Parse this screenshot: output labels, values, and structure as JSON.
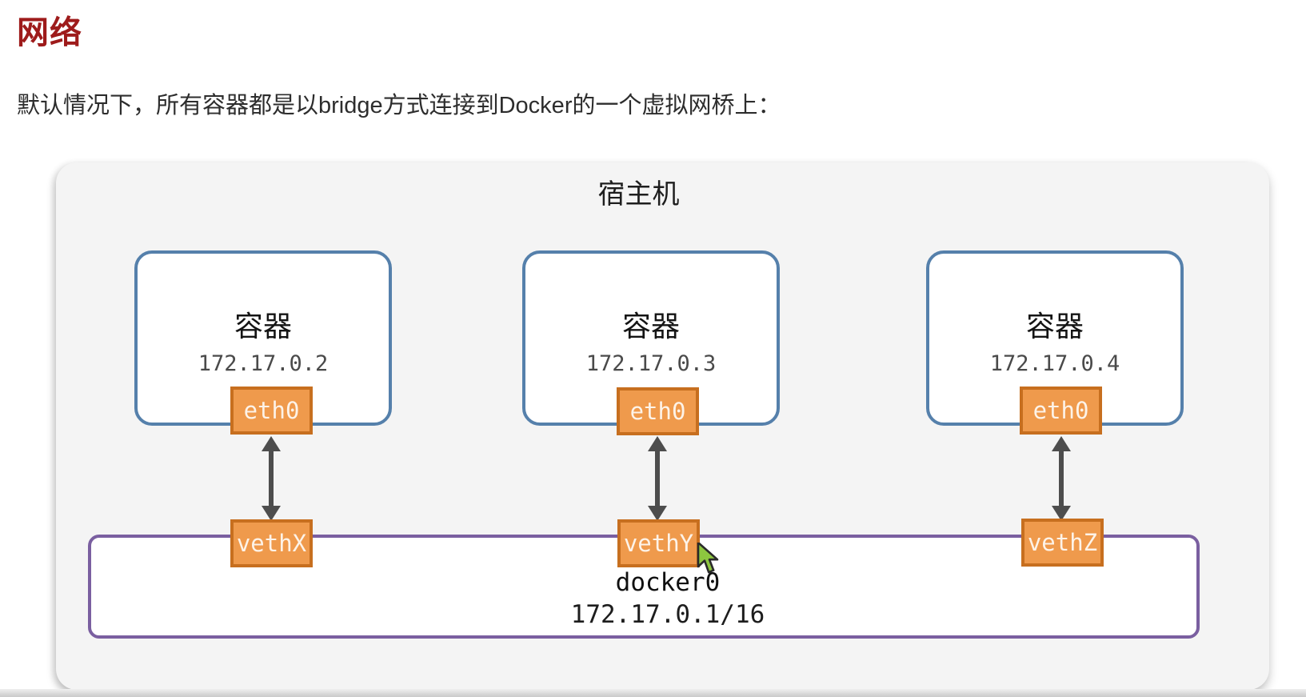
{
  "page": {
    "title": "网络",
    "intro": "默认情况下，所有容器都是以bridge方式连接到Docker的一个虚拟网桥上："
  },
  "diagram": {
    "host_label": "宿主机",
    "containers": [
      {
        "label": "容器",
        "ip": "172.17.0.2",
        "interface": "eth0",
        "veth": "vethX"
      },
      {
        "label": "容器",
        "ip": "172.17.0.3",
        "interface": "eth0",
        "veth": "vethY"
      },
      {
        "label": "容器",
        "ip": "172.17.0.4",
        "interface": "eth0",
        "veth": "vethZ"
      }
    ],
    "bridge": {
      "name": "docker0",
      "cidr": "172.17.0.1/16"
    },
    "icons": {
      "cursor": "mouse-pointer-icon",
      "link": "double-arrow-connector"
    },
    "colors": {
      "title_red": "#9e1b1b",
      "container_border_blue": "#5580ab",
      "bridge_border_purple": "#7a5fa0",
      "nic_fill_orange": "#ef9a4c",
      "nic_border_orange": "#c76f1f",
      "host_background": "#f4f4f4",
      "arrow_gray": "#4d4d4d",
      "cursor_green": "#8dc63f"
    }
  }
}
